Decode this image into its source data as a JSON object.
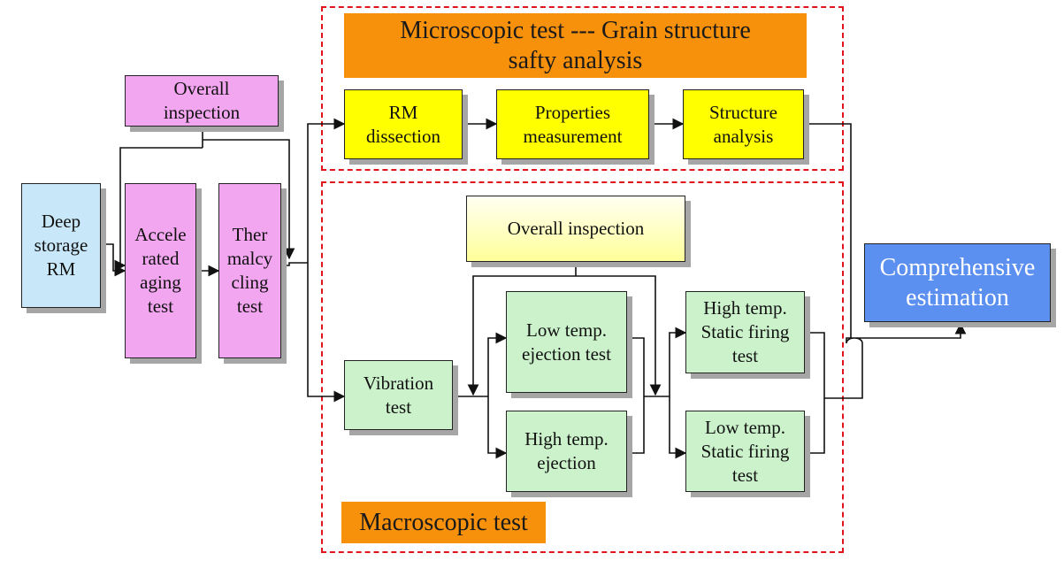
{
  "diagram": {
    "micro_title": "Microscopic test --- Grain structure\nsafty analysis",
    "macro_title": "Macroscopic test",
    "deep_storage": "Deep\nstorage\nRM",
    "overall_inspection_left": "Overall\ninspection",
    "accelerated_aging": "Accele\nrated\naging\ntest",
    "thermal_cycling": "Ther\nmalcy\ncling\ntest",
    "rm_dissection": "RM\ndissection",
    "properties_measurement": "Properties\nmeasurement",
    "structure_analysis": "Structure\nanalysis",
    "overall_inspection_macro": "Overall inspection",
    "vibration_test": "Vibration\ntest",
    "low_temp_ejection": "Low temp.\nejection test",
    "high_temp_ejection": "High temp.\nejection",
    "high_temp_static": "High temp.\nStatic firing\ntest",
    "low_temp_static": "Low temp.\nStatic firing\ntest",
    "comprehensive": "Comprehensive\nestimation"
  }
}
